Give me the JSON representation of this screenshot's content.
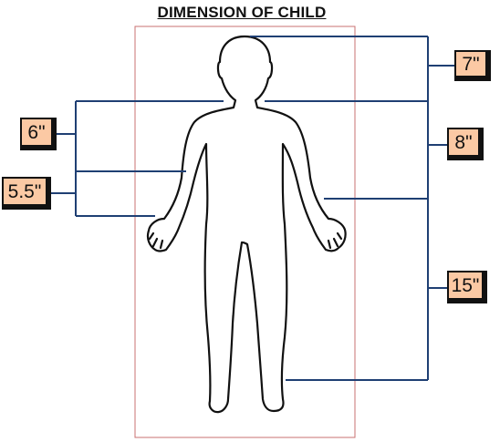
{
  "title": "DIMENSION OF CHILD",
  "measurements": [
    {
      "id": "head",
      "label": "7\""
    },
    {
      "id": "torso",
      "label": "8\""
    },
    {
      "id": "legs",
      "label": "15\""
    },
    {
      "id": "shoulder-to-elbow",
      "label": "6\""
    },
    {
      "id": "elbow-to-hand",
      "label": "5.5\""
    }
  ],
  "colors": {
    "dimension_line": "#1f3f73",
    "frame": "#c87070",
    "label_fill": "#fbc9a4",
    "outline": "#111111"
  }
}
